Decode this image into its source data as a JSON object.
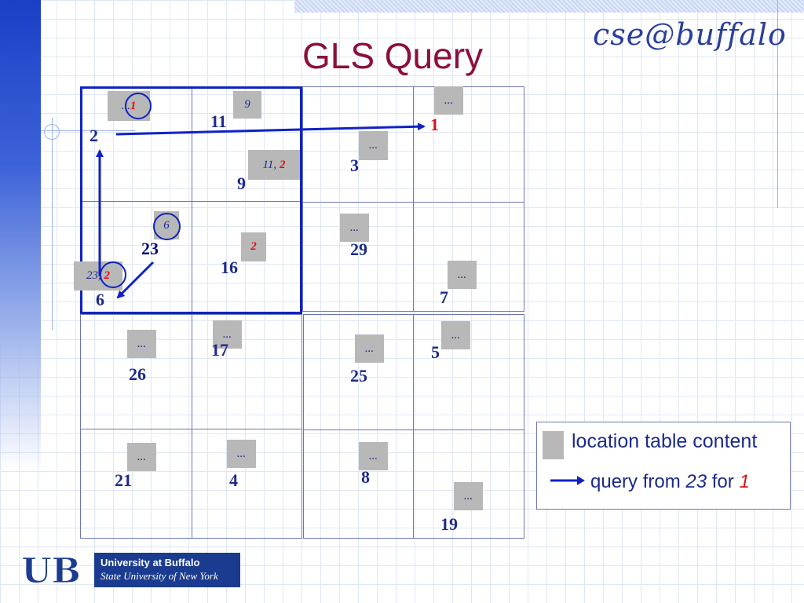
{
  "slide": {
    "title": "GLS Query",
    "brand": "cse@buffalo"
  },
  "grid": {
    "nodes": [
      {
        "id": "node-2",
        "label": "2"
      },
      {
        "id": "node-11",
        "label": "11"
      },
      {
        "id": "node-9",
        "label": "9"
      },
      {
        "id": "node-3",
        "label": "3"
      },
      {
        "id": "node-1",
        "label": "1"
      },
      {
        "id": "node-23",
        "label": "23"
      },
      {
        "id": "node-16",
        "label": "16"
      },
      {
        "id": "node-29",
        "label": "29"
      },
      {
        "id": "node-6",
        "label": "6"
      },
      {
        "id": "node-7",
        "label": "7"
      },
      {
        "id": "node-17",
        "label": "17"
      },
      {
        "id": "node-26",
        "label": "26"
      },
      {
        "id": "node-25",
        "label": "25"
      },
      {
        "id": "node-5",
        "label": "5"
      },
      {
        "id": "node-21",
        "label": "21"
      },
      {
        "id": "node-4",
        "label": "4"
      },
      {
        "id": "node-8",
        "label": "8"
      },
      {
        "id": "node-19",
        "label": "19"
      }
    ],
    "location_tables": {
      "node_2": {
        "text": "...",
        "highlight": "1"
      },
      "node_11": {
        "text": "9"
      },
      "node_9": {
        "text": "11,",
        "highlight": "2"
      },
      "node_3": {
        "text": "..."
      },
      "node_1": {
        "text": "..."
      },
      "node_23": {
        "text": "6"
      },
      "node_16": {
        "highlight": "2"
      },
      "node_29": {
        "text": "..."
      },
      "node_6": {
        "text": "23,",
        "highlight": "2"
      },
      "node_7": {
        "text": "..."
      },
      "node_17": {
        "text": "..."
      },
      "node_26": {
        "text": "..."
      },
      "node_25": {
        "text": "..."
      },
      "node_5": {
        "text": "..."
      },
      "node_21": {
        "text": "..."
      },
      "node_4": {
        "text": "..."
      },
      "node_8": {
        "text": "..."
      },
      "node_19": {
        "text": "..."
      }
    },
    "query_path": [
      "23",
      "6",
      "2",
      "1"
    ]
  },
  "legend": {
    "table_label": "location table content",
    "query_prefix": "query from",
    "query_source": "23",
    "query_mid": "for",
    "query_target": "1"
  },
  "footer": {
    "logo_text": "UB",
    "university": "University at Buffalo",
    "state": "State University of New York"
  },
  "colors": {
    "title": "#8a0f3c",
    "arrow": "#0f22c4",
    "highlight": "#e01010",
    "text": "#1c2a8a",
    "table_fill": "#b8b8b8"
  }
}
